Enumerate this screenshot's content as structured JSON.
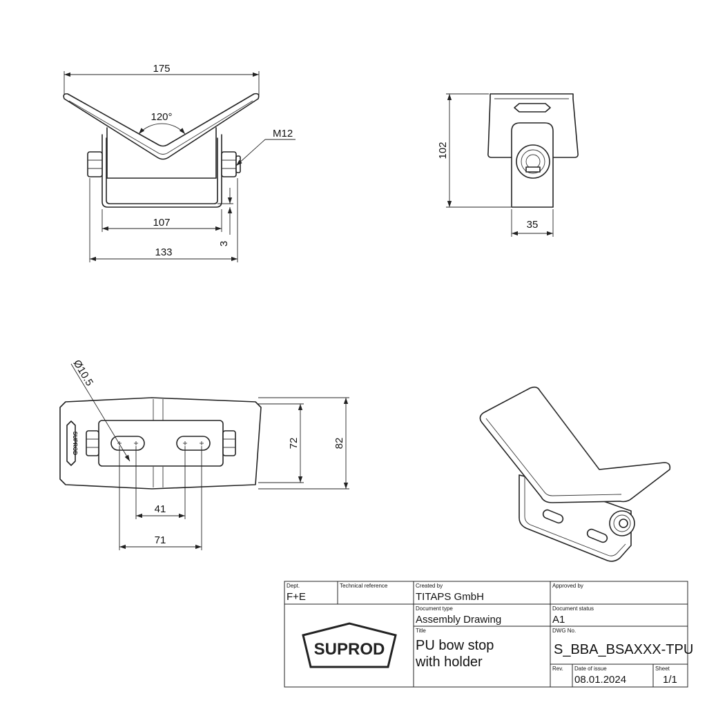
{
  "views": {
    "front": {
      "width_overall": "175",
      "angle": "120°",
      "thread": "M12",
      "inner_width": "107",
      "bracket_width": "133",
      "plate_thickness": "3"
    },
    "side": {
      "height": "102",
      "base_width": "35"
    },
    "top": {
      "hole_diameter": "Ø10.5",
      "slot_spacing": "41",
      "slot_outer": "71",
      "inner_height": "72",
      "outer_height": "82",
      "logo_text": "SUPROD"
    }
  },
  "title_block": {
    "dept_label": "Dept.",
    "dept_value": "F+E",
    "techref_label": "Technical reference",
    "created_label": "Created by",
    "created_value": "TITAPS GmbH",
    "approved_label": "Approved by",
    "doctype_label": "Document type",
    "doctype_value": "Assembly Drawing",
    "status_label": "Document status",
    "status_value": "A1",
    "title_label": "Title",
    "title_line1": "PU bow stop",
    "title_line2": "with holder",
    "dwg_label": "DWG No.",
    "dwg_value": "S_BBA_BSAXXX-TPU",
    "rev_label": "Rev.",
    "date_label": "Date of issue",
    "date_value": "08.01.2024",
    "sheet_label": "Sheet",
    "sheet_value": "1/1",
    "logo_text": "SUPROD"
  }
}
